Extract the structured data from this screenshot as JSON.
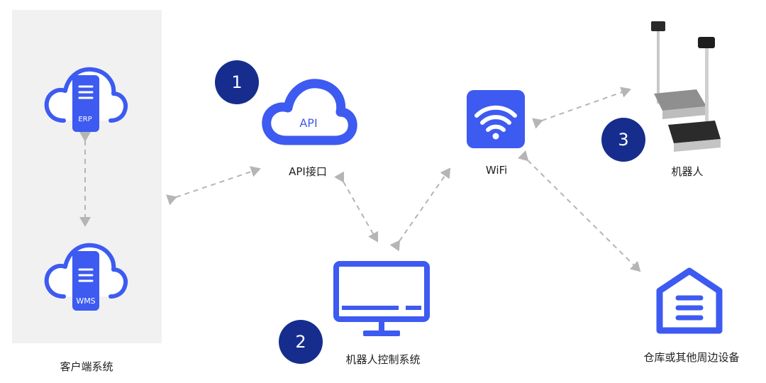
{
  "colors": {
    "accent": "#3d5af1",
    "badge": "#172d8d",
    "panel": "#f1f1f1",
    "arrow": "#b5b5b5"
  },
  "client": {
    "label": "客户端系统",
    "erp": "ERP",
    "wms": "WMS"
  },
  "api": {
    "cloud_text": "API",
    "label": "API接口",
    "badge": "1"
  },
  "control": {
    "label": "机器人控制系统",
    "badge": "2"
  },
  "wifi": {
    "label": "WiFi"
  },
  "robot": {
    "label": "机器人",
    "badge": "3"
  },
  "warehouse": {
    "label": "仓库或其他周边设备"
  }
}
